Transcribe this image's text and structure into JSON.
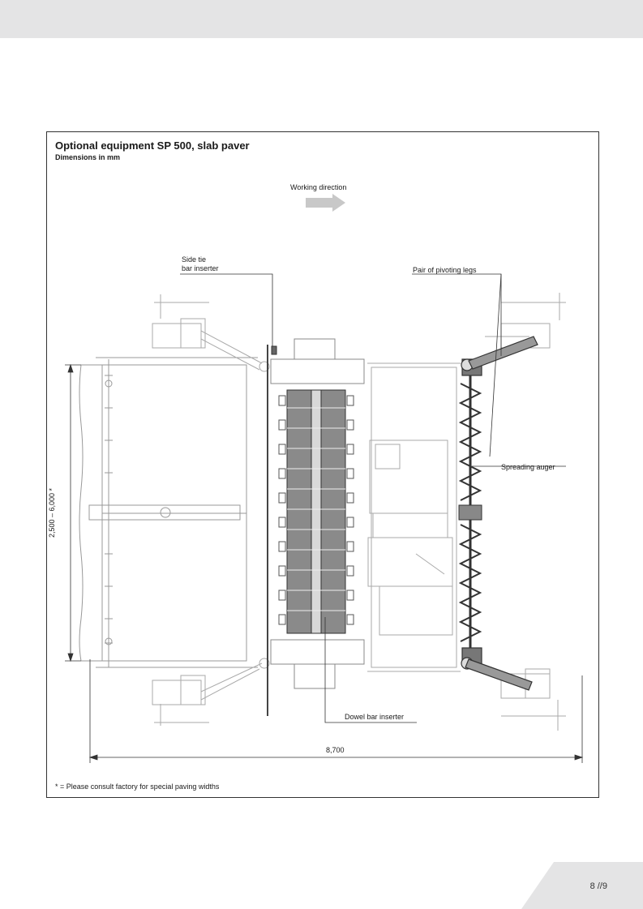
{
  "header": {
    "band_color": "#e4e4e5"
  },
  "figure": {
    "title": "Optional equipment SP 500, slab paver",
    "subtitle": "Dimensions in mm",
    "footnote": "* = Please consult factory for special paving widths",
    "labels": {
      "working_direction": "Working direction",
      "side_tie_line1": "Side tie",
      "side_tie_line2": "bar inserter",
      "pivot_legs": "Pair of pivoting legs",
      "spreading_auger": "Spreading auger",
      "dowel_bar": "Dowel bar inserter",
      "width_dim": "2,500 – 6,000 *",
      "length_dim": "8,700"
    }
  },
  "footer": {
    "page": "8",
    "total": "9",
    "separator": "//"
  }
}
